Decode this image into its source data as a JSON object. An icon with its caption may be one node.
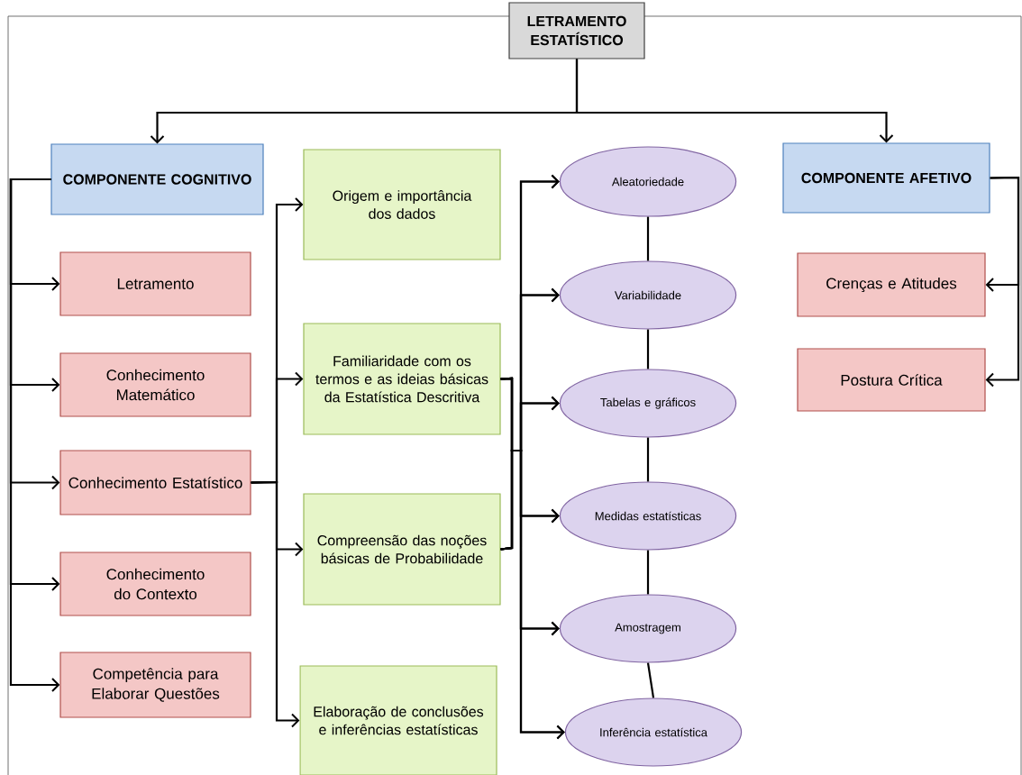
{
  "diagram": {
    "nodes": [
      {
        "text": [
          "LETRAMENTO ESTATÍSTICO"
        ]
      },
      {
        "text": [
          "COMPONENTE COGNITIVO"
        ]
      },
      {
        "text": [
          "Letramento"
        ]
      },
      {
        "text": [
          "Conhecimento Matemático"
        ]
      },
      {
        "text": [
          "Conhecimento Estatístico"
        ]
      },
      {
        "text": [
          "Conhecimento do Contexto"
        ]
      },
      {
        "text": [
          "Competência para Elaborar Questões"
        ]
      },
      {
        "text": [
          "Origem e importância dos dados"
        ]
      },
      {
        "text": [
          "Familiaridade com os termos e as ideias básicas da Estatística Descritiva"
        ]
      },
      {
        "text": [
          "Compreensão das noções básicas de Probabilidade"
        ]
      },
      {
        "text": [
          "Elaboração de conclusões e inferências estatísticas"
        ]
      },
      {
        "text": [
          "Aleatoriedade"
        ]
      },
      {
        "text": [
          "Variabilidade"
        ]
      },
      {
        "text": [
          "Tabelas e gráficos"
        ]
      },
      {
        "text": [
          "Medidas estatísticas"
        ]
      },
      {
        "text": [
          "Amostragem"
        ]
      },
      {
        "text": [
          "Inferência estatística"
        ]
      },
      {
        "text": [
          "COMPONENTE AFETIVO"
        ]
      },
      {
        "text": [
          "Crenças e Atitudes"
        ]
      },
      {
        "text": [
          "Postura Crítica"
        ]
      }
    ],
    "edges": [
      {
        "from": 0,
        "to": 1,
        "arrow": "to"
      },
      {
        "from": 0,
        "to": 17,
        "arrow": "to"
      },
      {
        "from": 1,
        "to": 2,
        "arrow": "to"
      },
      {
        "from": 1,
        "to": 3,
        "arrow": "to"
      },
      {
        "from": 1,
        "to": 4,
        "arrow": "to"
      },
      {
        "from": 1,
        "to": 5,
        "arrow": "to"
      },
      {
        "from": 1,
        "to": 6,
        "arrow": "to"
      },
      {
        "from": 4,
        "to": 7,
        "arrow": "to"
      },
      {
        "from": 4,
        "to": 8,
        "arrow": "to"
      },
      {
        "from": 4,
        "to": 9,
        "arrow": "to"
      },
      {
        "from": 4,
        "to": 10,
        "arrow": "to"
      },
      {
        "from": 8,
        "to": 11,
        "arrow": "to"
      },
      {
        "from": 8,
        "to": 12,
        "arrow": "to"
      },
      {
        "from": 8,
        "to": 13,
        "arrow": "to"
      },
      {
        "from": 8,
        "to": 14,
        "arrow": "to"
      },
      {
        "from": 8,
        "to": 15,
        "arrow": "to"
      },
      {
        "from": 8,
        "to": 16,
        "arrow": "to"
      },
      {
        "from": 9,
        "to": 11,
        "arrow": "to"
      },
      {
        "from": 9,
        "to": 12,
        "arrow": "to"
      },
      {
        "from": 9,
        "to": 13,
        "arrow": "to"
      },
      {
        "from": 9,
        "to": 14,
        "arrow": "to"
      },
      {
        "from": 9,
        "to": 15,
        "arrow": "to"
      },
      {
        "from": 9,
        "to": 16,
        "arrow": "to"
      },
      {
        "from": 11,
        "to": 12,
        "arrow": "none"
      },
      {
        "from": 12,
        "to": 13,
        "arrow": "none"
      },
      {
        "from": 13,
        "to": 14,
        "arrow": "none"
      },
      {
        "from": 14,
        "to": 15,
        "arrow": "none"
      },
      {
        "from": 15,
        "to": 16,
        "arrow": "none"
      },
      {
        "from": 17,
        "to": 18,
        "arrow": "to"
      },
      {
        "from": 17,
        "to": 19,
        "arrow": "to"
      }
    ]
  }
}
